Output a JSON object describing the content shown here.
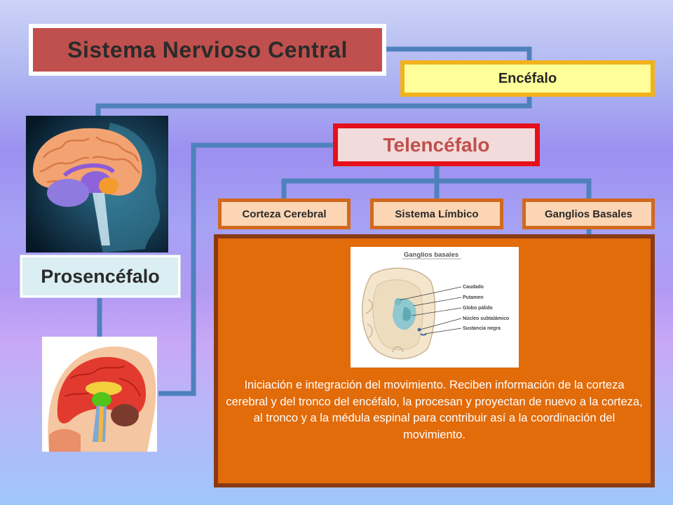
{
  "title": "Sistema Nervioso Central",
  "encefalo": "Encéfalo",
  "telencefalo": "Telencéfalo",
  "subdivisions": [
    "Corteza Cerebral",
    "Sistema Límbico",
    "Ganglios Basales"
  ],
  "prosencefalo": "Prosencéfalo",
  "detail": {
    "figure_title": "Ganglios basales",
    "figure_labels": [
      "Caudado",
      "Putamen",
      "Globo pálido",
      "Núcleo subtalámico",
      "Sustancia negra"
    ],
    "text": "Iniciación e integración del movimiento. Reciben información de la corteza cerebral y del tronco del encéfalo, la procesan y proyectan de nuevo a la corteza, al tronco y a la médula espinal para contribuir así a la coordinación del movimiento."
  },
  "colors": {
    "connector": "#4f81bd",
    "title_fill": "#c0504d",
    "encefalo_border": "#f2b21b",
    "telencefalo_border": "#e5111a",
    "detail_fill": "#e26b0a"
  }
}
